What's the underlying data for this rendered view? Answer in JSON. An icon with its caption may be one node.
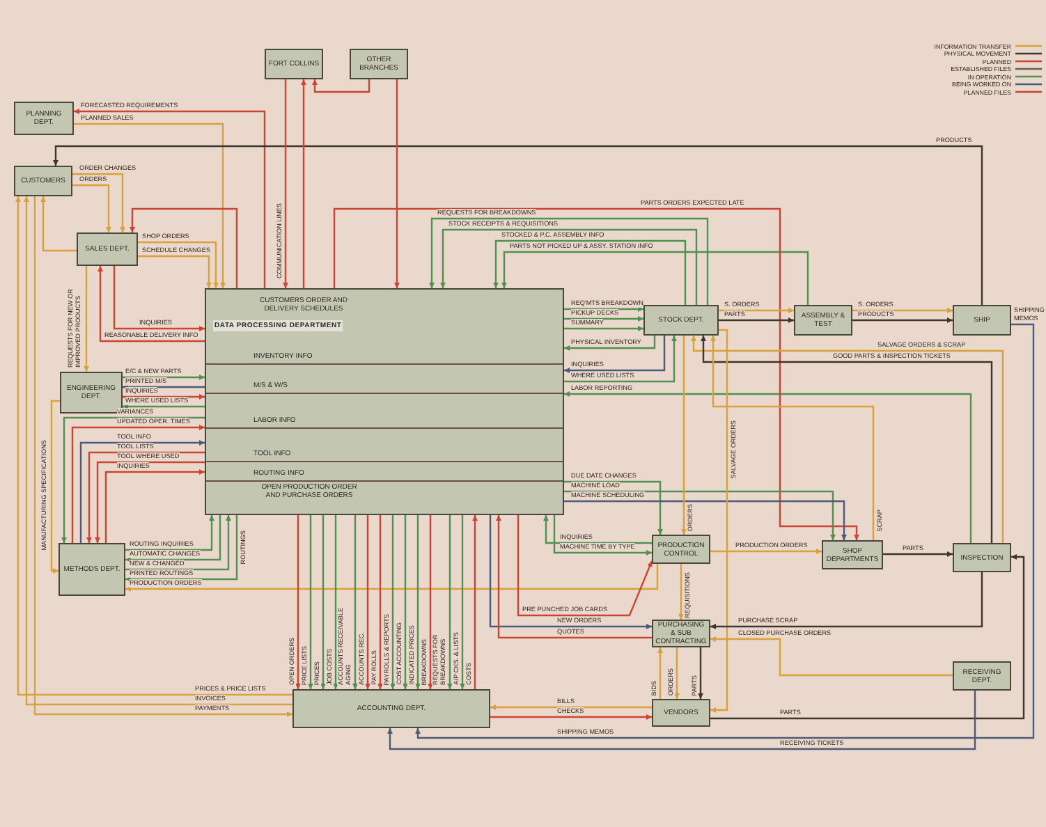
{
  "diagram": {
    "nodes": [
      {
        "text": [
          "PLANNING DEPT."
        ]
      },
      {
        "text": [
          "CUSTOMERS"
        ]
      },
      {
        "text": [
          "SALES DEPT."
        ]
      },
      {
        "text": [
          "FORT COLLINS"
        ]
      },
      {
        "text": [
          "OTHER BRANCHES"
        ]
      },
      {
        "text": [
          "CUSTOMERS ORDER AND DELIVERY SCHEDULES",
          "DATA PROCESSING DEPARTMENT",
          "INVENTORY INFO",
          "M/S & W/S",
          "LABOR INFO",
          "TOOL INFO",
          "ROUTING INFO",
          "OPEN PRODUCTION ORDER AND PURCHASE ORDERS"
        ]
      },
      {
        "text": [
          "ENGINEERING DEPT."
        ]
      },
      {
        "text": [
          "METHODS DEPT."
        ]
      },
      {
        "text": [
          "STOCK DEPT."
        ]
      },
      {
        "text": [
          "ASSEMBLY & TEST"
        ]
      },
      {
        "text": [
          "SHIP"
        ],
        "beside": [
          "SHIPPING MEMOS"
        ]
      },
      {
        "text": [
          "PRODUCTION CONTROL"
        ]
      },
      {
        "text": [
          "SHOP DEPARTMENTS"
        ]
      },
      {
        "text": [
          "INSPECTION"
        ]
      },
      {
        "text": [
          "PURCHASING & SUB CONTRACTING"
        ]
      },
      {
        "text": [
          "VENDORS"
        ]
      },
      {
        "text": [
          "RECEIVING DEPT."
        ]
      },
      {
        "text": [
          "ACCOUNTING DEPT."
        ]
      }
    ],
    "edges": [
      {
        "from": 5,
        "to": 0,
        "label": "FORECASTED REQUIREMENTS",
        "arrow": "to",
        "color": "#cc4433"
      },
      {
        "from": 0,
        "to": 5,
        "label": "PLANNED SALES",
        "arrow": "to",
        "color": "#d9a13a"
      },
      {
        "from": 1,
        "to": 2,
        "label": "ORDER CHANGES",
        "arrow": "to",
        "color": "#d9a13a"
      },
      {
        "from": 1,
        "to": 2,
        "label": "ORDERS",
        "arrow": "to",
        "color": "#d9a13a"
      },
      {
        "from": 2,
        "to": 5,
        "label": "SHOP ORDERS",
        "arrow": "to",
        "color": "#d9a13a"
      },
      {
        "from": 2,
        "to": 5,
        "label": "SCHEDULE CHANGES",
        "arrow": "to",
        "color": "#d9a13a"
      },
      {
        "from": 5,
        "to": 2,
        "arrow": "to",
        "color": "#cc4433"
      },
      {
        "from": 2,
        "to": 1,
        "arrow": "to",
        "color": "#d9a13a"
      },
      {
        "from": 2,
        "to": 5,
        "label": "INQUIRIES",
        "arrow": "to",
        "color": "#cc4433"
      },
      {
        "from": 5,
        "to": 2,
        "label": "REASONABLE DELIVERY INFO",
        "arrow": "to",
        "color": "#cc4433"
      },
      {
        "from": 10,
        "to": 1,
        "label": "PRODUCTS",
        "arrow": "to",
        "color": "#3e3530"
      },
      {
        "from": 3,
        "to": 5,
        "label": "COMMUNICATION LINES",
        "arrow": "to",
        "color": "#cc4433"
      },
      {
        "from": 5,
        "to": 3,
        "arrow": "to",
        "color": "#cc4433"
      },
      {
        "from": 4,
        "to": 3,
        "arrow": "to",
        "color": "#cc4433"
      },
      {
        "from": 4,
        "to": 5,
        "arrow": "to",
        "color": "#cc4433"
      },
      {
        "from": 2,
        "to": 6,
        "label": "REQUESTS FOR NEW OR IMPROVED PRODUCTS",
        "arrow": "to",
        "color": "#d9a13a"
      },
      {
        "from": 17,
        "to": 1,
        "label": "PRICES & PRICE LISTS",
        "arrow": "to",
        "color": "#d9a13a"
      },
      {
        "from": 17,
        "to": 1,
        "label": "INVOICES",
        "arrow": "to",
        "color": "#d9a13a"
      },
      {
        "from": 1,
        "to": 17,
        "label": "PAYMENTS",
        "arrow": "to",
        "color": "#d9a13a"
      },
      {
        "from": 6,
        "to": 7,
        "label": "MANUFACTURING SPECIFICATIONS",
        "arrow": "to",
        "color": "#d9a13a"
      },
      {
        "from": 6,
        "to": 5,
        "label": "E/C & NEW PARTS",
        "arrow": "to",
        "color": "#4f9150"
      },
      {
        "from": 5,
        "to": 6,
        "label": "PRINTED M/S",
        "arrow": "to",
        "color": "#4d5a78"
      },
      {
        "from": 6,
        "to": 5,
        "label": "INQUIRIES",
        "arrow": "to",
        "color": "#cc4433"
      },
      {
        "from": 5,
        "to": 6,
        "label": "WHERE USED LISTS",
        "arrow": "to",
        "color": "#4f9150"
      },
      {
        "from": 5,
        "to": 7,
        "label": "VARIANCES",
        "arrow": "to",
        "color": "#4f9150"
      },
      {
        "from": 7,
        "to": 5,
        "label": "UPDATED OPER. TIMES",
        "arrow": "to",
        "color": "#cc4433"
      },
      {
        "from": 7,
        "to": 5,
        "label": "TOOL INFO",
        "arrow": "to",
        "color": "#4d5a78"
      },
      {
        "from": 5,
        "to": 7,
        "label": "TOOL LISTS",
        "arrow": "to",
        "color": "#cc4433"
      },
      {
        "from": 5,
        "to": 7,
        "label": "TOOL WHERE USED",
        "arrow": "to",
        "color": "#cc4433"
      },
      {
        "from": 7,
        "to": 5,
        "label": "INQUIRIES",
        "arrow": "to",
        "color": "#cc4433"
      },
      {
        "from": 7,
        "to": 5,
        "label": "ROUTING INQUIRIES",
        "arrow": "to",
        "color": "#4f9150"
      },
      {
        "from": 5,
        "to": 7,
        "label": "AUTOMATIC CHANGES",
        "arrow": "to",
        "color": "#4f9150"
      },
      {
        "from": 7,
        "to": 5,
        "label": "NEW & CHANGED",
        "arrow": "to",
        "color": "#4f9150"
      },
      {
        "from": 5,
        "to": 7,
        "label": "PRINTED ROUTINGS",
        "arrow": "to",
        "color": "#4f9150"
      },
      {
        "from": 11,
        "to": 7,
        "label": "PRODUCTION ORDERS",
        "arrow": "to",
        "color": "#d9a13a"
      },
      {
        "from": 5,
        "to": 17,
        "label": "OPEN ORDERS",
        "arrow": "to",
        "color": "#cc4433"
      },
      {
        "from": 5,
        "to": 17,
        "label": "PRICE LISTS",
        "arrow": "to",
        "color": "#4f9150"
      },
      {
        "from": 5,
        "to": 17,
        "label": "PRICES",
        "arrow": "to",
        "color": "#4f9150"
      },
      {
        "from": 5,
        "to": 17,
        "label": "JOB COSTS",
        "arrow": "to",
        "color": "#4f9150"
      },
      {
        "from": 5,
        "to": 17,
        "label": "ACCOUNTS RECEIVABLE AGING",
        "arrow": "to",
        "color": "#4f9150"
      },
      {
        "from": 5,
        "to": 17,
        "label": "ACCOUNTS REC.",
        "arrow": "to",
        "color": "#cc4433"
      },
      {
        "from": 5,
        "to": 17,
        "label": "PAY ROLLS",
        "arrow": "to",
        "color": "#cc4433"
      },
      {
        "from": 5,
        "to": 17,
        "label": "PAYROLLS & REPORTS",
        "arrow": "to",
        "color": "#4f9150"
      },
      {
        "from": 5,
        "to": 17,
        "label": "COST ACCOUNTING",
        "arrow": "to",
        "color": "#4f9150"
      },
      {
        "from": 5,
        "to": 17,
        "label": "INDICATED PRICES",
        "arrow": "to",
        "color": "#4f9150"
      },
      {
        "from": 5,
        "to": 17,
        "label": "BREAKDOWNS",
        "arrow": "to",
        "color": "#cc4433"
      },
      {
        "from": 5,
        "to": 17,
        "label": "REQUESTS FOR BREAKDOWNS",
        "arrow": "to",
        "color": "#4f9150"
      },
      {
        "from": 5,
        "to": 17,
        "label": "A/P CKS. & LISTS",
        "arrow": "to",
        "color": "#4f9150"
      },
      {
        "from": 17,
        "to": 5,
        "label": "COSTS",
        "arrow": "to",
        "color": "#cc4433"
      },
      {
        "from": 5,
        "to": 11,
        "label": "PRE PUNCHED JOB CARDS",
        "arrow": "to",
        "color": "#cc4433"
      },
      {
        "from": 5,
        "to": 14,
        "label": "NEW ORDERS",
        "arrow": "to",
        "color": "#4d5a78"
      },
      {
        "from": 14,
        "to": 5,
        "label": "QUOTES",
        "arrow": "to",
        "color": "#cc4433"
      },
      {
        "from": 5,
        "to": 8,
        "label": "REQ'MTS BREAKDOWN",
        "arrow": "to",
        "color": "#4f9150"
      },
      {
        "from": 5,
        "to": 8,
        "label": "PICKUP DECKS",
        "arrow": "to",
        "color": "#4f9150"
      },
      {
        "from": 5,
        "to": 8,
        "label": "SUMMARY",
        "arrow": "to",
        "color": "#4f9150"
      },
      {
        "from": 8,
        "to": 5,
        "label": "PHYSICAL INVENTORY",
        "arrow": "to",
        "color": "#4f9150"
      },
      {
        "from": 8,
        "to": 5,
        "label": "INQUIRIES",
        "arrow": "to",
        "color": "#4d5a78"
      },
      {
        "from": 5,
        "to": 8,
        "label": "WHERE USED LISTS",
        "arrow": "to",
        "color": "#4f9150"
      },
      {
        "from": 13,
        "to": 5,
        "label": "LABOR REPORTING",
        "arrow": "to",
        "color": "#4f9150"
      },
      {
        "from": 8,
        "to": 5,
        "label": "REQUESTS FOR BREAKDOWNS",
        "arrow": "to",
        "color": "#4f9150"
      },
      {
        "from": 8,
        "to": 5,
        "label": "STOCK RECEIPTS & REQUISITIONS",
        "arrow": "to",
        "color": "#4f9150"
      },
      {
        "from": 8,
        "to": 5,
        "label": "STOCKED & P.C. ASSEMBLY INFO",
        "arrow": "to",
        "color": "#4f9150"
      },
      {
        "from": 9,
        "to": 5,
        "label": "PARTS NOT PICKED UP & ASSY. STATION INFO",
        "arrow": "to",
        "color": "#4f9150"
      },
      {
        "from": 5,
        "to": 12,
        "label": "PARTS ORDERS EXPECTED LATE",
        "arrow": "to",
        "color": "#cc4433"
      },
      {
        "from": 8,
        "to": 9,
        "label": "S. ORDERS",
        "arrow": "to",
        "color": "#d9a13a"
      },
      {
        "from": 8,
        "to": 9,
        "label": "PARTS",
        "arrow": "to",
        "color": "#3e3530"
      },
      {
        "from": 9,
        "to": 10,
        "label": "S. ORDERS",
        "arrow": "to",
        "color": "#d9a13a"
      },
      {
        "from": 9,
        "to": 10,
        "label": "PRODUCTS",
        "arrow": "to",
        "color": "#3e3530"
      },
      {
        "from": 13,
        "to": 8,
        "label": "SALVAGE ORDERS & SCRAP",
        "arrow": "to",
        "color": "#d9a13a"
      },
      {
        "from": 13,
        "to": 8,
        "label": "GOOD PARTS & INSPECTION TICKETS",
        "arrow": "to",
        "color": "#3e3530"
      },
      {
        "from": 10,
        "to": 17,
        "label": "SHIPPING MEMOS",
        "arrow": "to",
        "color": "#4d5a78"
      },
      {
        "from": 5,
        "to": 11,
        "label": "DUE DATE CHANGES",
        "arrow": "to",
        "color": "#4f9150"
      },
      {
        "from": 5,
        "to": 12,
        "label": "MACHINE LOAD",
        "arrow": "to",
        "color": "#4f9150"
      },
      {
        "from": 5,
        "to": 12,
        "label": "MACHINE SCHEDULING",
        "arrow": "to",
        "color": "#4d5a78"
      },
      {
        "from": 11,
        "to": 5,
        "label": "INQUIRIES",
        "arrow": "to",
        "color": "#4f9150"
      },
      {
        "from": 5,
        "to": 11,
        "label": "MACHINE TIME BY TYPE",
        "arrow": "to",
        "color": "#4f9150"
      },
      {
        "from": 8,
        "to": 11,
        "label": "ORDERS",
        "arrow": "to",
        "color": "#d9a13a"
      },
      {
        "from": 11,
        "to": 12,
        "label": "PRODUCTION ORDERS",
        "arrow": "to",
        "color": "#d9a13a"
      },
      {
        "from": 12,
        "to": 13,
        "label": "PARTS",
        "arrow": "to",
        "color": "#3e3530"
      },
      {
        "from": 12,
        "to": 8,
        "label": "SCRAP",
        "arrow": "to",
        "color": "#d9a13a"
      },
      {
        "from": 11,
        "to": 14,
        "label": "REQUISITIONS",
        "arrow": "to",
        "color": "#d9a13a"
      },
      {
        "from": 8,
        "to": 15,
        "label": "SALVAGE ORDERS",
        "arrow": "to",
        "color": "#d9a13a"
      },
      {
        "from": 13,
        "to": 14,
        "label": "PURCHASE SCRAP",
        "arrow": "to",
        "color": "#3e3530"
      },
      {
        "from": 16,
        "to": 14,
        "label": "CLOSED PURCHASE ORDERS",
        "arrow": "to",
        "color": "#d9a13a"
      },
      {
        "from": 15,
        "to": 14,
        "label": "BIDS",
        "arrow": "to",
        "color": "#d9a13a"
      },
      {
        "from": 14,
        "to": 15,
        "label": "ORDERS",
        "arrow": "to",
        "color": "#d9a13a"
      },
      {
        "from": 14,
        "to": 15,
        "label": "PARTS",
        "arrow": "to",
        "color": "#3e3530"
      },
      {
        "from": 15,
        "to": 17,
        "label": "BILLS",
        "arrow": "to",
        "color": "#d9a13a"
      },
      {
        "from": 17,
        "to": 15,
        "label": "CHECKS",
        "arrow": "to",
        "color": "#cc4433"
      },
      {
        "from": 15,
        "to": 13,
        "label": "PARTS",
        "arrow": "to",
        "color": "#3e3530"
      },
      {
        "from": 16,
        "to": 17,
        "label": "RECEIVING TICKETS",
        "arrow": "to",
        "color": "#4d5a78"
      }
    ],
    "labels": [
      "ROUTINGS"
    ],
    "legend": [
      {
        "text": "INFORMATION TRANSFER"
      },
      {
        "text": "PHYSICAL MOVEMENT"
      },
      {
        "text": "PLANNED"
      },
      {
        "text": "ESTABLISHED FILES"
      },
      {
        "text": "IN OPERATION"
      },
      {
        "text": "BEING WORKED ON"
      },
      {
        "text": "PLANNED FILES"
      }
    ]
  }
}
